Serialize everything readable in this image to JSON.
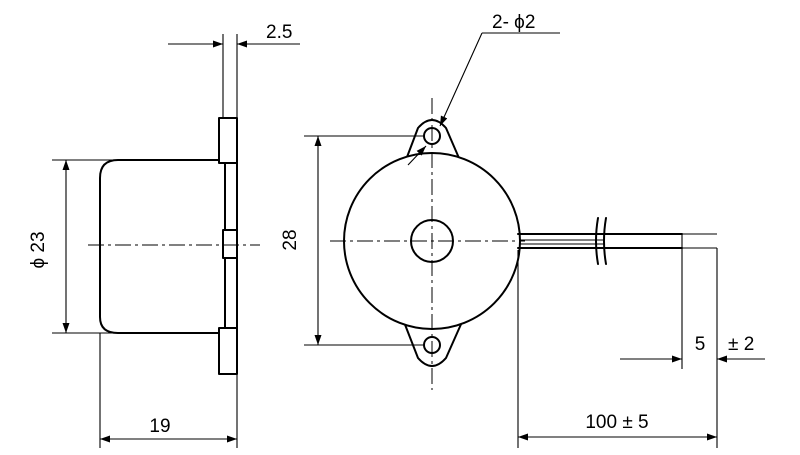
{
  "side_view": {
    "lead_thickness_label": "2.5",
    "diameter_label": "ϕ 23",
    "depth_label": "19"
  },
  "front_view": {
    "holes_label": "2- ϕ2",
    "height_label": "28",
    "lead_strip_label": "5",
    "lead_strip_tol_label": "± 2",
    "lead_length_label": "100 ± 5"
  },
  "colors": {
    "line": "#000000",
    "background": "#ffffff"
  }
}
